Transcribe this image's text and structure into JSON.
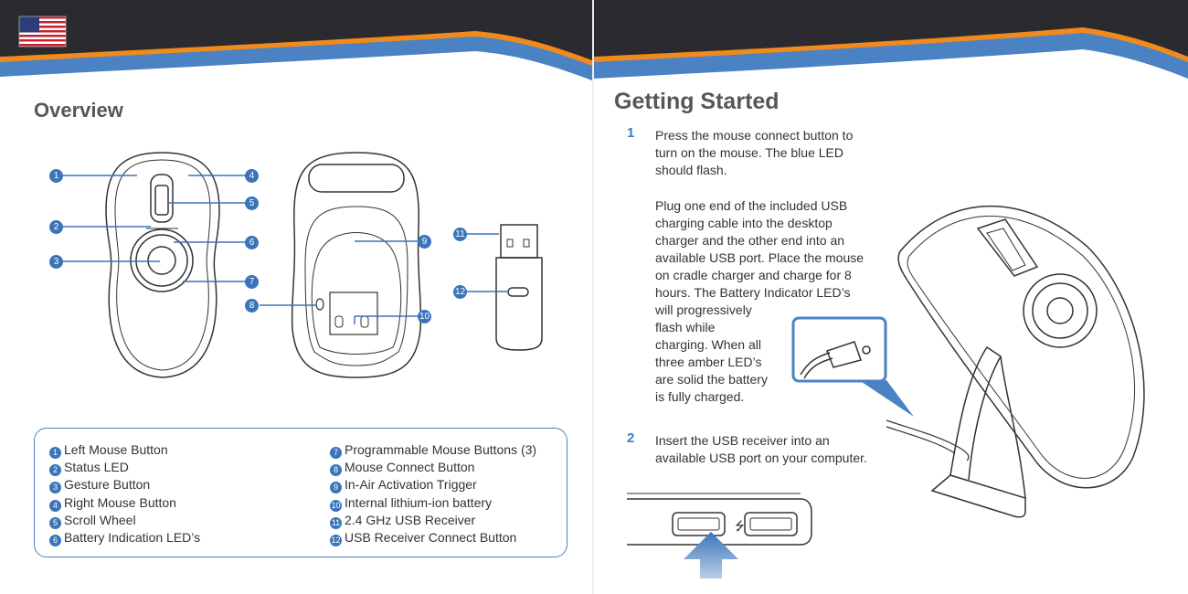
{
  "left_page": {
    "flag": "us-flag-icon",
    "title": "Overview",
    "callouts": [
      "1",
      "2",
      "3",
      "4",
      "5",
      "6",
      "7",
      "8",
      "9",
      "10",
      "11",
      "12"
    ],
    "legend": [
      {
        "num": "1",
        "label": "Left Mouse Button"
      },
      {
        "num": "2",
        "label": "Status LED"
      },
      {
        "num": "3",
        "label": "Gesture Button"
      },
      {
        "num": "4",
        "label": "Right Mouse Button"
      },
      {
        "num": "5",
        "label": "Scroll Wheel"
      },
      {
        "num": "6",
        "label": "Battery Indication LED’s"
      },
      {
        "num": "7",
        "label": "Programmable Mouse Buttons (3)"
      },
      {
        "num": "8",
        "label": "Mouse Connect Button"
      },
      {
        "num": "9",
        "label": "In-Air Activation Trigger"
      },
      {
        "num": "10",
        "label": "Internal lithium-ion battery"
      },
      {
        "num": "11",
        "label": "2.4 GHz USB Receiver"
      },
      {
        "num": "12",
        "label": "USB Receiver Connect Button"
      }
    ]
  },
  "right_page": {
    "title": "Getting Started",
    "steps": [
      {
        "num": "1",
        "lines_a": [
          "Press the mouse connect button to",
          "turn on the mouse. The blue LED",
          "should flash."
        ],
        "lines_b": [
          "Plug one end of the included USB",
          "charging cable into the desktop",
          "charger and the other end into an",
          "available USB port. Place the mouse",
          "on cradle charger and charge for 8",
          "hours. The Battery Indicator LED’s",
          "will progressively",
          "flash while",
          "charging. When all",
          "three amber LED’s",
          "are solid the battery",
          "is fully charged."
        ]
      },
      {
        "num": "2",
        "lines_a": [
          "Insert the USB receiver into an",
          "available USB port on your computer."
        ]
      }
    ]
  },
  "colors": {
    "header_dark": "#2b2a2e",
    "orange": "#f08a1c",
    "blue": "#3a74b9",
    "text": "#333333",
    "title": "#575757"
  }
}
